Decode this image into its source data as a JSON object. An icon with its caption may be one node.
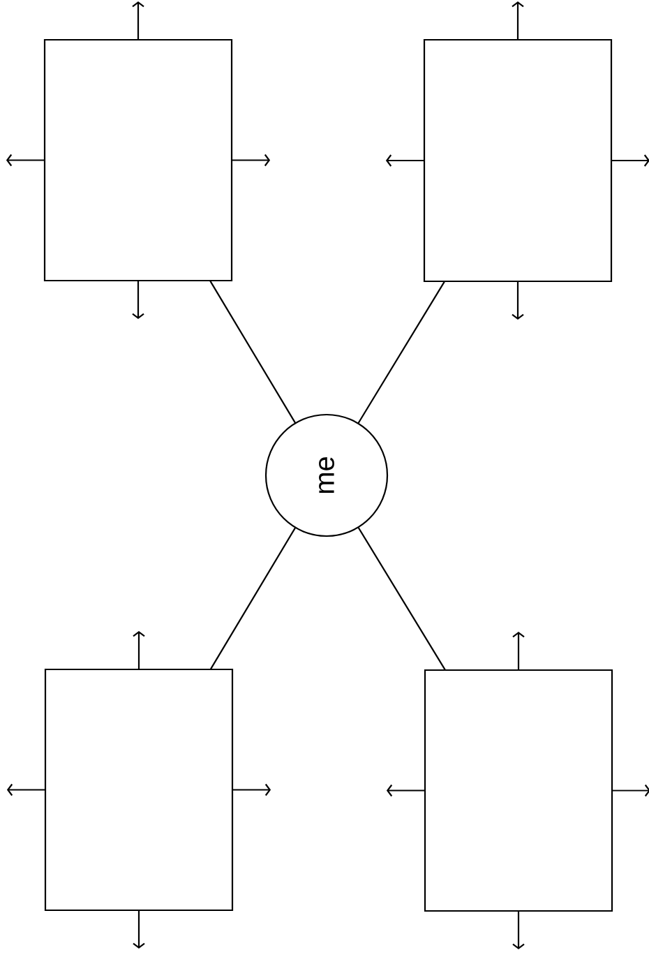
{
  "diagram": {
    "nodes": [
      {
        "text": [],
        "shape": "box"
      },
      {
        "text": [],
        "shape": "box"
      },
      {
        "text": [
          "me"
        ]
      },
      {
        "text": [],
        "shape": "box"
      },
      {
        "text": [],
        "shape": "box"
      }
    ],
    "edges": [
      {
        "from": 0,
        "to": 2,
        "arrow": "none"
      },
      {
        "from": 1,
        "to": 2,
        "arrow": "none"
      },
      {
        "from": 2,
        "to": 3,
        "arrow": "none"
      },
      {
        "from": 2,
        "to": 4,
        "arrow": "none"
      },
      {
        "from": 0,
        "to": null,
        "arrow": "to"
      },
      {
        "from": 0,
        "to": null,
        "arrow": "to"
      },
      {
        "from": 0,
        "to": null,
        "arrow": "to"
      },
      {
        "from": 0,
        "to": null,
        "arrow": "to"
      },
      {
        "from": 1,
        "to": null,
        "arrow": "to"
      },
      {
        "from": 1,
        "to": null,
        "arrow": "to"
      },
      {
        "from": 1,
        "to": null,
        "arrow": "to"
      },
      {
        "from": 1,
        "to": null,
        "arrow": "to"
      },
      {
        "from": 3,
        "to": null,
        "arrow": "to"
      },
      {
        "from": 3,
        "to": null,
        "arrow": "to"
      },
      {
        "from": 3,
        "to": null,
        "arrow": "to"
      },
      {
        "from": 3,
        "to": null,
        "arrow": "to"
      },
      {
        "from": 4,
        "to": null,
        "arrow": "to"
      },
      {
        "from": 4,
        "to": null,
        "arrow": "to"
      },
      {
        "from": 4,
        "to": null,
        "arrow": "to"
      },
      {
        "from": 4,
        "to": null,
        "arrow": "to"
      }
    ]
  }
}
